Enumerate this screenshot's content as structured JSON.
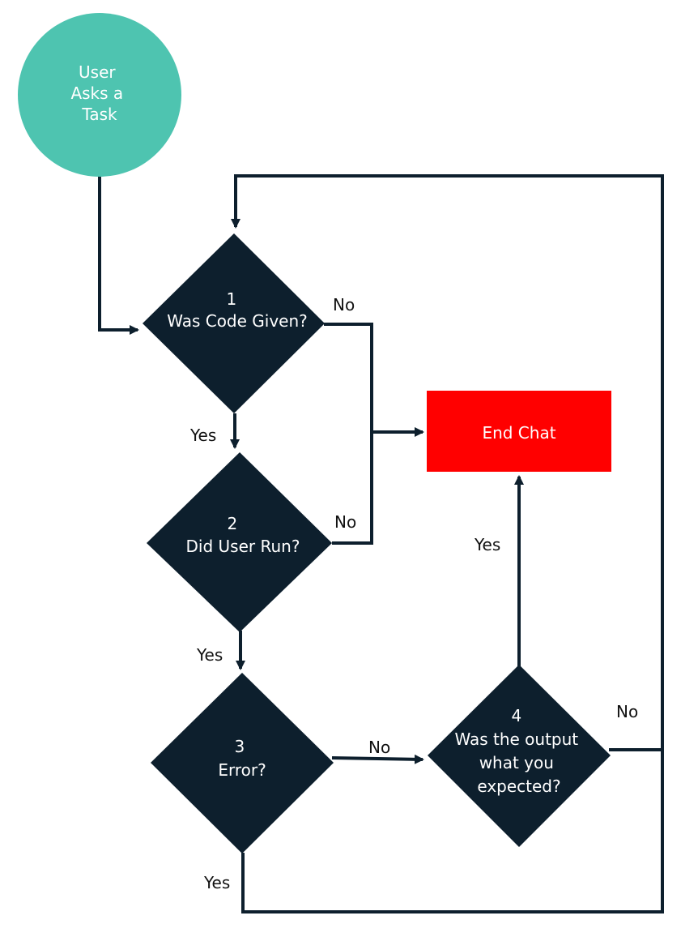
{
  "colors": {
    "start": "#4ec4b0",
    "decision": "#0d1f2d",
    "end": "#ff0000",
    "connector": "#0d1f2d",
    "node_text": "#ffffff",
    "label_text": "#111111"
  },
  "nodes": {
    "start": {
      "lines": [
        "User",
        "Asks a",
        "Task"
      ]
    },
    "decision1": {
      "number": "1",
      "lines": [
        "Was Code Given?"
      ]
    },
    "decision2": {
      "number": "2",
      "lines": [
        "Did User Run?"
      ]
    },
    "decision3": {
      "number": "3",
      "lines": [
        "Error?"
      ]
    },
    "decision4": {
      "number": "4",
      "lines": [
        "Was the output",
        "what you",
        "expected?"
      ]
    },
    "end": {
      "label": "End Chat"
    }
  },
  "edges": {
    "d1_no": "No",
    "d1_yes": "Yes",
    "d2_no": "No",
    "d2_yes": "Yes",
    "d3_no": "No",
    "d3_yes": "Yes",
    "d4_yes": "Yes",
    "d4_no": "No"
  }
}
